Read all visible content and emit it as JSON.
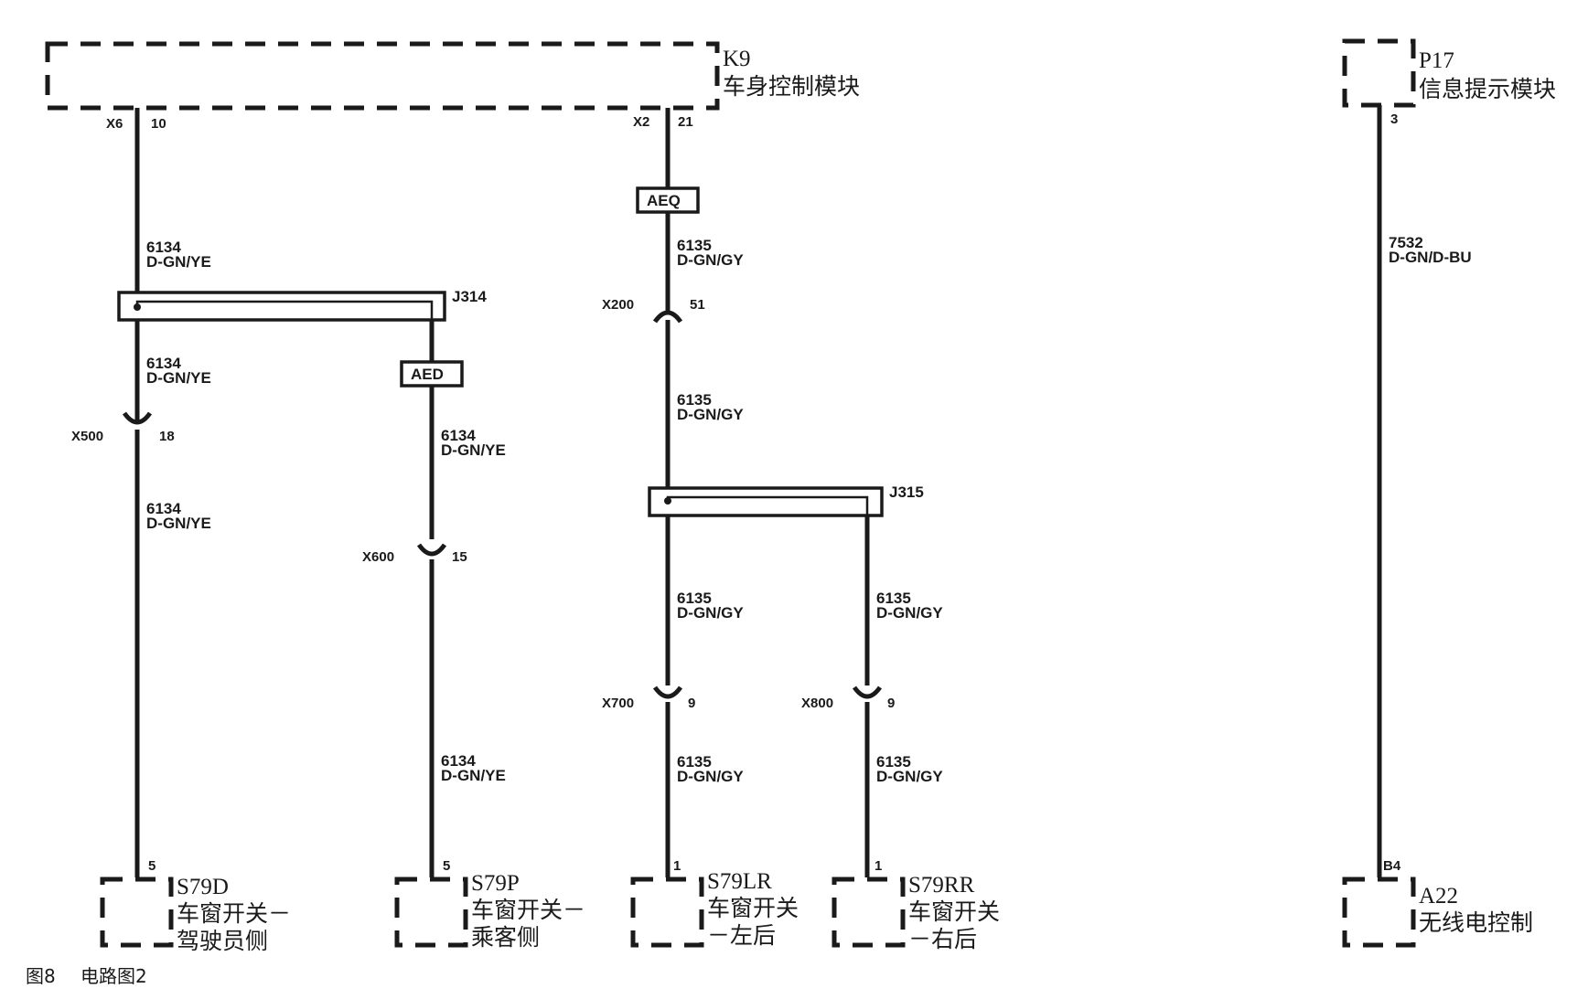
{
  "caption": {
    "figure": "图8",
    "title": "电路图2"
  },
  "components": {
    "k9": {
      "code": "K9",
      "name": "车身控制模块"
    },
    "p17": {
      "code": "P17",
      "name": "信息提示模块"
    },
    "s79d": {
      "code": "S79D",
      "name_line1": "车窗开关－",
      "name_line2": "驾驶员侧"
    },
    "s79p": {
      "code": "S79P",
      "name_line1": "车窗开关－",
      "name_line2": "乘客侧"
    },
    "s79lr": {
      "code": "S79LR",
      "name_line1": "车窗开关",
      "name_line2": "－左后"
    },
    "s79rr": {
      "code": "S79RR",
      "name_line1": "车窗开关",
      "name_line2": "－右后"
    },
    "a22": {
      "code": "A22",
      "name": "无线电控制"
    }
  },
  "pins": {
    "k9_x6_conn": "X6",
    "k9_x6_pin": "10",
    "k9_x2_conn": "X2",
    "k9_x2_pin": "21",
    "p17_pin": "3",
    "s79d_pin": "5",
    "s79p_pin": "5",
    "s79lr_pin": "1",
    "s79rr_pin": "1",
    "a22_pin": "B4"
  },
  "inline_connectors": {
    "x500": {
      "name": "X500",
      "pin": "18"
    },
    "x600": {
      "name": "X600",
      "pin": "15"
    },
    "x200": {
      "name": "X200",
      "pin": "51"
    },
    "x700": {
      "name": "X700",
      "pin": "9"
    },
    "x800": {
      "name": "X800",
      "pin": "9"
    }
  },
  "splices": {
    "j314": "J314",
    "j315": "J315"
  },
  "options": {
    "aeq": "AEQ",
    "aed": "AED"
  },
  "wires": {
    "w6134": {
      "circuit": "6134",
      "color": "D-GN/YE"
    },
    "w6135": {
      "circuit": "6135",
      "color": "D-GN/GY"
    },
    "w7532": {
      "circuit": "7532",
      "color": "D-GN/D-BU"
    }
  }
}
